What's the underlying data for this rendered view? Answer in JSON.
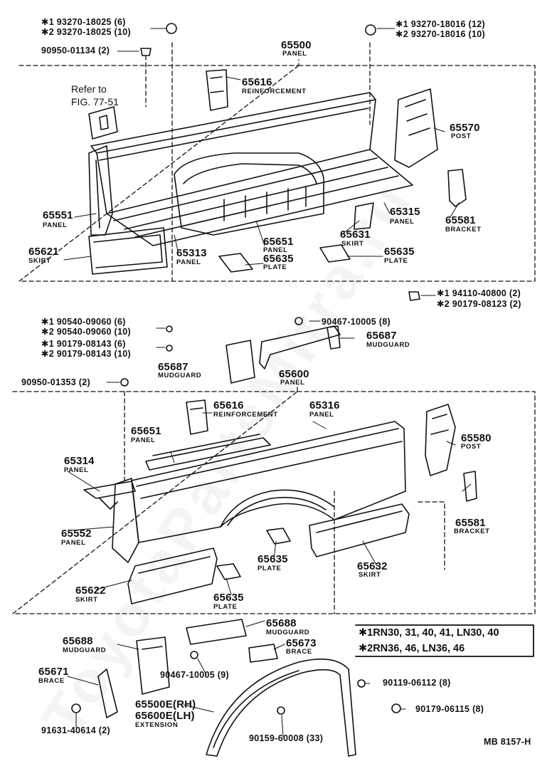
{
  "watermark": "ToyotaPartsMitra.ru",
  "notes": {
    "refer_line1": "Refer to",
    "refer_line2": "FIG. 77-51",
    "footer_id": "MB 8157-H"
  },
  "legend": {
    "line1": "✱1RN30, 31, 40, 41, LN30, 40",
    "line2": "✱2RN36, 46, LN36, 46"
  },
  "part_codes": {
    "top_left_a": "✱1 93270-18025 (6)",
    "top_left_b": "✱2 93270-18025 (10)",
    "clip_top_left": "90950-01134 (2)",
    "top_right_a": "✱1 93270-18016 (12)",
    "top_right_b": "✱2 93270-18016 (10)",
    "mid_right_a": "✱1 94110-40800 (2)",
    "mid_right_b": "✱2 90179-08123 (2)",
    "mid_left_a": "✱1 90540-09060 (6)",
    "mid_left_b": "✱2 90540-09060 (10)",
    "mid_left_c": "✱1 90179-08143 (6)",
    "mid_left_d": "✱2 90179-08143 (10)",
    "clip_mid_left": "90950-01353 (2)",
    "bolt_mudguard": "90467-10005 (8)",
    "bolt_lower": "90467-10005 (9)",
    "bolt_ext": "90119-06112 (8)",
    "nut_ext": "90179-06115 (8)",
    "bolt_ext_b": "90159-60008 (33)",
    "nut_brace": "91631-40614 (2)"
  },
  "parts": {
    "p65500": {
      "num": "65500",
      "name": "PANEL"
    },
    "p65616a": {
      "num": "65616",
      "name": "REINFORCEMENT"
    },
    "p65570": {
      "num": "65570",
      "name": "POST"
    },
    "p65551": {
      "num": "65551",
      "name": "PANEL"
    },
    "p65315": {
      "num": "65315",
      "name": "PANEL"
    },
    "p65581a": {
      "num": "65581",
      "name": "BRACKET"
    },
    "p65621": {
      "num": "65621",
      "name": "SKIRT"
    },
    "p65313": {
      "num": "65313",
      "name": "PANEL"
    },
    "p65651a": {
      "num": "65651",
      "name": "PANEL"
    },
    "p65631": {
      "num": "65631",
      "name": "SKIRT"
    },
    "p65635a": {
      "num": "65635",
      "name": "PLATE"
    },
    "p65635b": {
      "num": "65635",
      "name": "PLATE"
    },
    "p65687a": {
      "num": "65687",
      "name": "MUDGUARD"
    },
    "p65687b": {
      "num": "65687",
      "name": "MUDGUARD"
    },
    "p65600": {
      "num": "65600",
      "name": "PANEL"
    },
    "p65616b": {
      "num": "65616",
      "name": "REINFORCEMENT"
    },
    "p65316": {
      "num": "65316",
      "name": "PANEL"
    },
    "p65651b": {
      "num": "65651",
      "name": "PANEL"
    },
    "p65580": {
      "num": "65580",
      "name": "POST"
    },
    "p65314": {
      "num": "65314",
      "name": "PANEL"
    },
    "p65581b": {
      "num": "65581",
      "name": "BRACKET"
    },
    "p65552": {
      "num": "65552",
      "name": "PANEL"
    },
    "p65635c": {
      "num": "65635",
      "name": "PLATE"
    },
    "p65632": {
      "num": "65632",
      "name": "SKIRT"
    },
    "p65622": {
      "num": "65622",
      "name": "SKIRT"
    },
    "p65635d": {
      "num": "65635",
      "name": "PLATE"
    },
    "p65688a": {
      "num": "65688",
      "name": "MUDGUARD"
    },
    "p65688b": {
      "num": "65688",
      "name": "MUDGUARD"
    },
    "p65673": {
      "num": "65673",
      "name": "BRACE"
    },
    "p65671": {
      "num": "65671",
      "name": "BRACE"
    },
    "p65600e_rh": {
      "num": "65500E(RH)"
    },
    "p65600e_lh": {
      "num": "65600E(LH)",
      "name": "EXTENSION"
    }
  }
}
